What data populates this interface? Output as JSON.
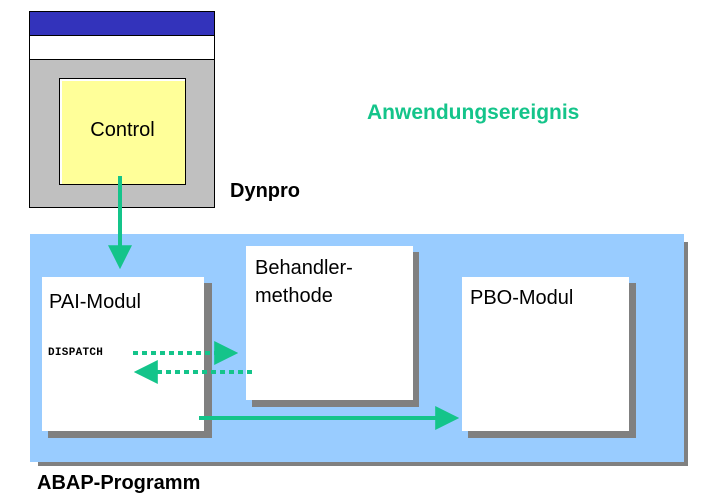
{
  "dynpro": {
    "control_label": "Control",
    "label": "Dynpro"
  },
  "event_label": "Anwendungsereignis",
  "program": {
    "label": "ABAP-Programm",
    "pai_module": "PAI-Modul",
    "dispatch": "DISPATCH",
    "handler_line1": "Behandler-",
    "handler_line2": "methode",
    "pbo_module": "PBO-Modul"
  },
  "colors": {
    "arrow": "#14c48a",
    "program_bg": "#99ccff",
    "control_bg": "#ffff99",
    "titlebar": "#3333bb"
  }
}
